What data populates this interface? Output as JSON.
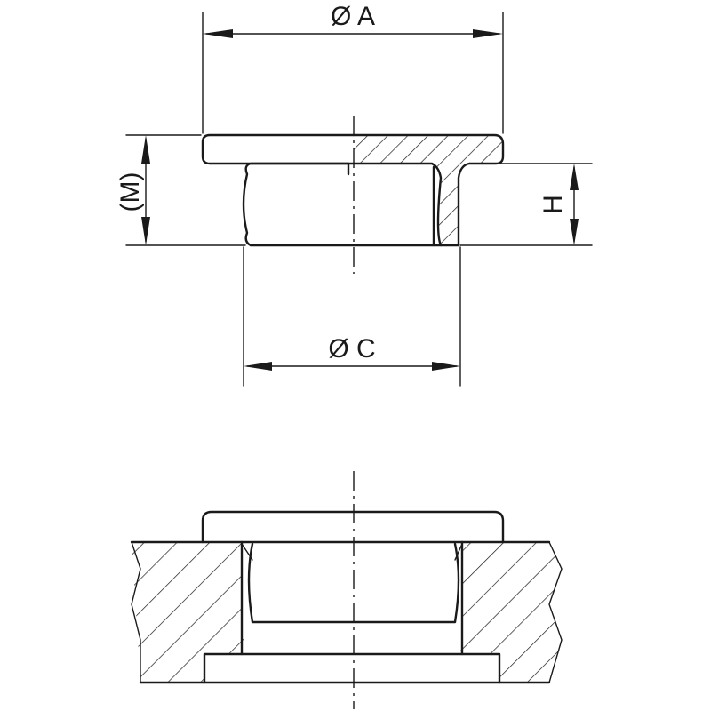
{
  "dimensions": {
    "outer_diameter": "Ø A",
    "inner_diameter": "Ø C",
    "overall_height": "(M)",
    "height": "H"
  },
  "views": [
    "cross-section",
    "installed-in-panel"
  ]
}
